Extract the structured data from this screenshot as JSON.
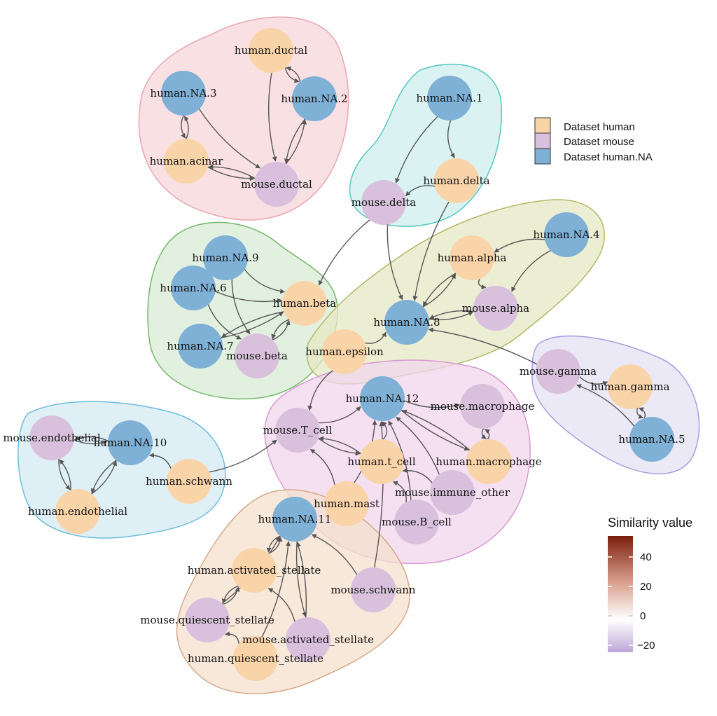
{
  "legend": {
    "datasets": [
      {
        "label": "Dataset human",
        "color": "#f9d4a8"
      },
      {
        "label": "Dataset mouse",
        "color": "#d9c1dd"
      },
      {
        "label": "Dataset human.NA",
        "color": "#7fb0d6"
      }
    ],
    "similarity": {
      "title": "Similarity value",
      "ticks": [
        "40",
        "20",
        "0",
        "−20"
      ],
      "colors": {
        "high": "#7a1f0e",
        "mid": "#ffffff",
        "low": "#bfa6d8"
      }
    }
  },
  "groups": [
    {
      "id": "g1",
      "fill": "#f7d5da",
      "stroke": "#e9a5b2"
    },
    {
      "id": "g2",
      "fill": "#cdeeee",
      "stroke": "#54c7c2"
    },
    {
      "id": "g3",
      "fill": "#d8ebd4",
      "stroke": "#74b86a"
    },
    {
      "id": "g4",
      "fill": "#e6e8c4",
      "stroke": "#b4b866"
    },
    {
      "id": "g5",
      "fill": "#e5e2f3",
      "stroke": "#a99de0"
    },
    {
      "id": "g6",
      "fill": "#f1d6ee",
      "stroke": "#d69ad2"
    },
    {
      "id": "g7",
      "fill": "#d4eaf3",
      "stroke": "#6fbcdc"
    },
    {
      "id": "g8",
      "fill": "#f4e0cd",
      "stroke": "#d4a98a"
    }
  ],
  "nodes": [
    {
      "id": "human.ductal",
      "label": "human.ductal",
      "dataset": "human"
    },
    {
      "id": "human.NA.3",
      "label": "human.NA.3",
      "dataset": "human.NA"
    },
    {
      "id": "human.NA.2",
      "label": "human.NA.2",
      "dataset": "human.NA"
    },
    {
      "id": "human.acinar",
      "label": "human.acinar",
      "dataset": "human"
    },
    {
      "id": "mouse.ductal",
      "label": "mouse.ductal",
      "dataset": "mouse"
    },
    {
      "id": "human.NA.1",
      "label": "human.NA.1",
      "dataset": "human.NA"
    },
    {
      "id": "human.delta",
      "label": "human.delta",
      "dataset": "human"
    },
    {
      "id": "mouse.delta",
      "label": "mouse.delta",
      "dataset": "mouse"
    },
    {
      "id": "human.NA.4",
      "label": "human.NA.4",
      "dataset": "human.NA"
    },
    {
      "id": "human.alpha",
      "label": "human.alpha",
      "dataset": "human"
    },
    {
      "id": "mouse.alpha",
      "label": "mouse.alpha",
      "dataset": "mouse"
    },
    {
      "id": "human.NA.8",
      "label": "human.NA.8",
      "dataset": "human.NA"
    },
    {
      "id": "human.epsilon",
      "label": "human.epsilon",
      "dataset": "human"
    },
    {
      "id": "human.NA.9",
      "label": "human.NA.9",
      "dataset": "human.NA"
    },
    {
      "id": "human.NA.6",
      "label": "human.NA.6",
      "dataset": "human.NA"
    },
    {
      "id": "human.beta",
      "label": "human.beta",
      "dataset": "human"
    },
    {
      "id": "human.NA.7",
      "label": "human.NA.7",
      "dataset": "human.NA"
    },
    {
      "id": "mouse.beta",
      "label": "mouse.beta",
      "dataset": "mouse"
    },
    {
      "id": "mouse.gamma",
      "label": "mouse.gamma",
      "dataset": "mouse"
    },
    {
      "id": "human.gamma",
      "label": "human.gamma",
      "dataset": "human"
    },
    {
      "id": "human.NA.5",
      "label": "human.NA.5",
      "dataset": "human.NA"
    },
    {
      "id": "human.NA.12",
      "label": "human.NA.12",
      "dataset": "human.NA"
    },
    {
      "id": "mouse.macrophage",
      "label": "mouse.macrophage",
      "dataset": "mouse"
    },
    {
      "id": "mouse.T_cell",
      "label": "mouse.T_cell",
      "dataset": "mouse"
    },
    {
      "id": "human.t_cell",
      "label": "human.t_cell",
      "dataset": "human"
    },
    {
      "id": "human.macrophage",
      "label": "human.macrophage",
      "dataset": "human"
    },
    {
      "id": "human.mast",
      "label": "human.mast",
      "dataset": "human"
    },
    {
      "id": "mouse.immune_other",
      "label": "mouse.immune_other",
      "dataset": "mouse"
    },
    {
      "id": "mouse.B_cell",
      "label": "mouse.B_cell",
      "dataset": "mouse"
    },
    {
      "id": "mouse.endothelial",
      "label": "mouse.endothelial",
      "dataset": "mouse"
    },
    {
      "id": "human.NA.10",
      "label": "human.NA.10",
      "dataset": "human.NA"
    },
    {
      "id": "human.schwann",
      "label": "human.schwann",
      "dataset": "human"
    },
    {
      "id": "human.endothelial",
      "label": "human.endothelial",
      "dataset": "human"
    },
    {
      "id": "human.NA.11",
      "label": "human.NA.11",
      "dataset": "human.NA"
    },
    {
      "id": "human.activated_stellate",
      "label": "human.activated_stellate",
      "dataset": "human"
    },
    {
      "id": "mouse.schwann",
      "label": "mouse.schwann",
      "dataset": "mouse"
    },
    {
      "id": "mouse.quiescent_stellate",
      "label": "mouse.quiescent_stellate",
      "dataset": "mouse"
    },
    {
      "id": "mouse.activated_stellate",
      "label": "mouse.activated_stellate",
      "dataset": "mouse"
    },
    {
      "id": "human.quiescent_stellate",
      "label": "human.quiescent_stellate",
      "dataset": "human"
    }
  ],
  "edges": [
    [
      "human.NA.3",
      "human.acinar"
    ],
    [
      "human.acinar",
      "human.NA.3"
    ],
    [
      "human.ductal",
      "human.NA.2"
    ],
    [
      "human.NA.2",
      "human.ductal"
    ],
    [
      "human.NA.3",
      "mouse.ductal"
    ],
    [
      "human.ductal",
      "mouse.ductal"
    ],
    [
      "mouse.ductal",
      "human.NA.2"
    ],
    [
      "human.NA.2",
      "mouse.ductal"
    ],
    [
      "human.acinar",
      "mouse.ductal"
    ],
    [
      "mouse.ductal",
      "human.acinar"
    ],
    [
      "human.NA.1",
      "human.delta"
    ],
    [
      "human.NA.1",
      "mouse.delta"
    ],
    [
      "human.delta",
      "mouse.delta"
    ],
    [
      "mouse.delta",
      "human.beta"
    ],
    [
      "mouse.delta",
      "human.NA.8"
    ],
    [
      "human.delta",
      "human.NA.8"
    ],
    [
      "human.NA.4",
      "human.alpha"
    ],
    [
      "human.NA.4",
      "mouse.alpha"
    ],
    [
      "human.alpha",
      "mouse.alpha"
    ],
    [
      "human.alpha",
      "human.NA.8"
    ],
    [
      "human.NA.8",
      "human.alpha"
    ],
    [
      "mouse.alpha",
      "human.NA.8"
    ],
    [
      "human.NA.8",
      "mouse.alpha"
    ],
    [
      "human.epsilon",
      "human.NA.8"
    ],
    [
      "human.NA.9",
      "human.beta"
    ],
    [
      "human.NA.6",
      "human.beta"
    ],
    [
      "human.NA.9",
      "mouse.beta"
    ],
    [
      "human.NA.6",
      "mouse.beta"
    ],
    [
      "human.NA.7",
      "human.beta"
    ],
    [
      "human.beta",
      "human.NA.7"
    ],
    [
      "mouse.beta",
      "human.beta"
    ],
    [
      "human.beta",
      "mouse.beta"
    ],
    [
      "mouse.gamma",
      "human.gamma"
    ],
    [
      "human.gamma",
      "human.NA.5"
    ],
    [
      "human.NA.5",
      "human.gamma"
    ],
    [
      "human.NA.5",
      "mouse.gamma"
    ],
    [
      "mouse.gamma",
      "human.NA.8"
    ],
    [
      "human.epsilon",
      "mouse.T_cell"
    ],
    [
      "human.NA.12",
      "mouse.macrophage"
    ],
    [
      "mouse.macrophage",
      "human.macrophage"
    ],
    [
      "human.macrophage",
      "mouse.macrophage"
    ],
    [
      "human.macrophage",
      "human.NA.12"
    ],
    [
      "human.NA.12",
      "human.macrophage"
    ],
    [
      "mouse.T_cell",
      "human.NA.12"
    ],
    [
      "mouse.T_cell",
      "human.t_cell"
    ],
    [
      "human.t_cell",
      "mouse.T_cell"
    ],
    [
      "human.t_cell",
      "human.NA.12"
    ],
    [
      "human.mast",
      "human.NA.12"
    ],
    [
      "human.mast",
      "mouse.T_cell"
    ],
    [
      "mouse.immune_other",
      "human.NA.12"
    ],
    [
      "mouse.immune_other",
      "human.t_cell"
    ],
    [
      "mouse.B_cell",
      "human.NA.12"
    ],
    [
      "mouse.B_cell",
      "human.t_cell"
    ],
    [
      "mouse.schwann",
      "human.NA.12"
    ],
    [
      "mouse.endothelial",
      "human.NA.10"
    ],
    [
      "human.NA.10",
      "mouse.endothelial"
    ],
    [
      "mouse.endothelial",
      "human.endothelial"
    ],
    [
      "human.endothelial",
      "mouse.endothelial"
    ],
    [
      "human.endothelial",
      "human.NA.10"
    ],
    [
      "human.NA.10",
      "human.endothelial"
    ],
    [
      "human.schwann",
      "human.NA.10"
    ],
    [
      "human.schwann",
      "mouse.T_cell"
    ],
    [
      "human.activated_stellate",
      "human.NA.11"
    ],
    [
      "human.NA.11",
      "human.activated_stellate"
    ],
    [
      "mouse.quiescent_stellate",
      "human.NA.11"
    ],
    [
      "human.activated_stellate",
      "mouse.quiescent_stellate"
    ],
    [
      "mouse.quiescent_stellate",
      "human.activated_stellate"
    ],
    [
      "mouse.activated_stellate",
      "human.NA.11"
    ],
    [
      "human.NA.11",
      "mouse.activated_stellate"
    ],
    [
      "mouse.activated_stellate",
      "human.activated_stellate"
    ],
    [
      "human.quiescent_stellate",
      "human.NA.11"
    ],
    [
      "human.quiescent_stellate",
      "mouse.quiescent_stellate"
    ],
    [
      "mouse.schwann",
      "human.NA.11"
    ]
  ]
}
